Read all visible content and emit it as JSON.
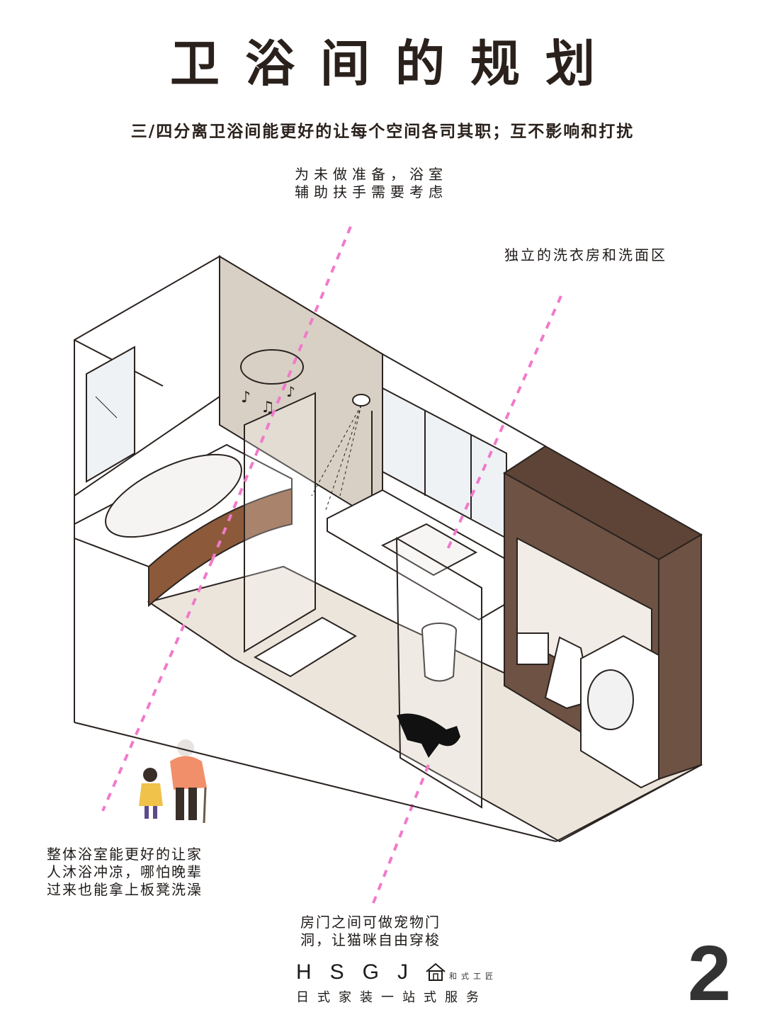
{
  "title": "卫浴间的规划",
  "subtitle": "三/四分离卫浴间能更好的让每个空间各司其职；互不影响和打扰",
  "annotations": {
    "handrail": "为未做准备，浴室\n辅助扶手需要考虑",
    "laundry": "独立的洗衣房和洗面区",
    "bath": "整体浴室能更好的让家\n人沐浴冲凉，哪怕晚辈\n过来也能拿上板凳洗澡",
    "pet_door": "房门之间可做宠物门\n洞，让猫咪自由穿梭"
  },
  "brand": {
    "letters": "HSGJ",
    "small": "和式工匠",
    "tagline": "日式家装一站式服务"
  },
  "page_number": "2",
  "colors": {
    "wall": "#d8d0c4",
    "wood": "#6e5243",
    "bath_panel": "#8c5a3a",
    "floor": "#ece5dc",
    "leader": "#f07acb"
  }
}
